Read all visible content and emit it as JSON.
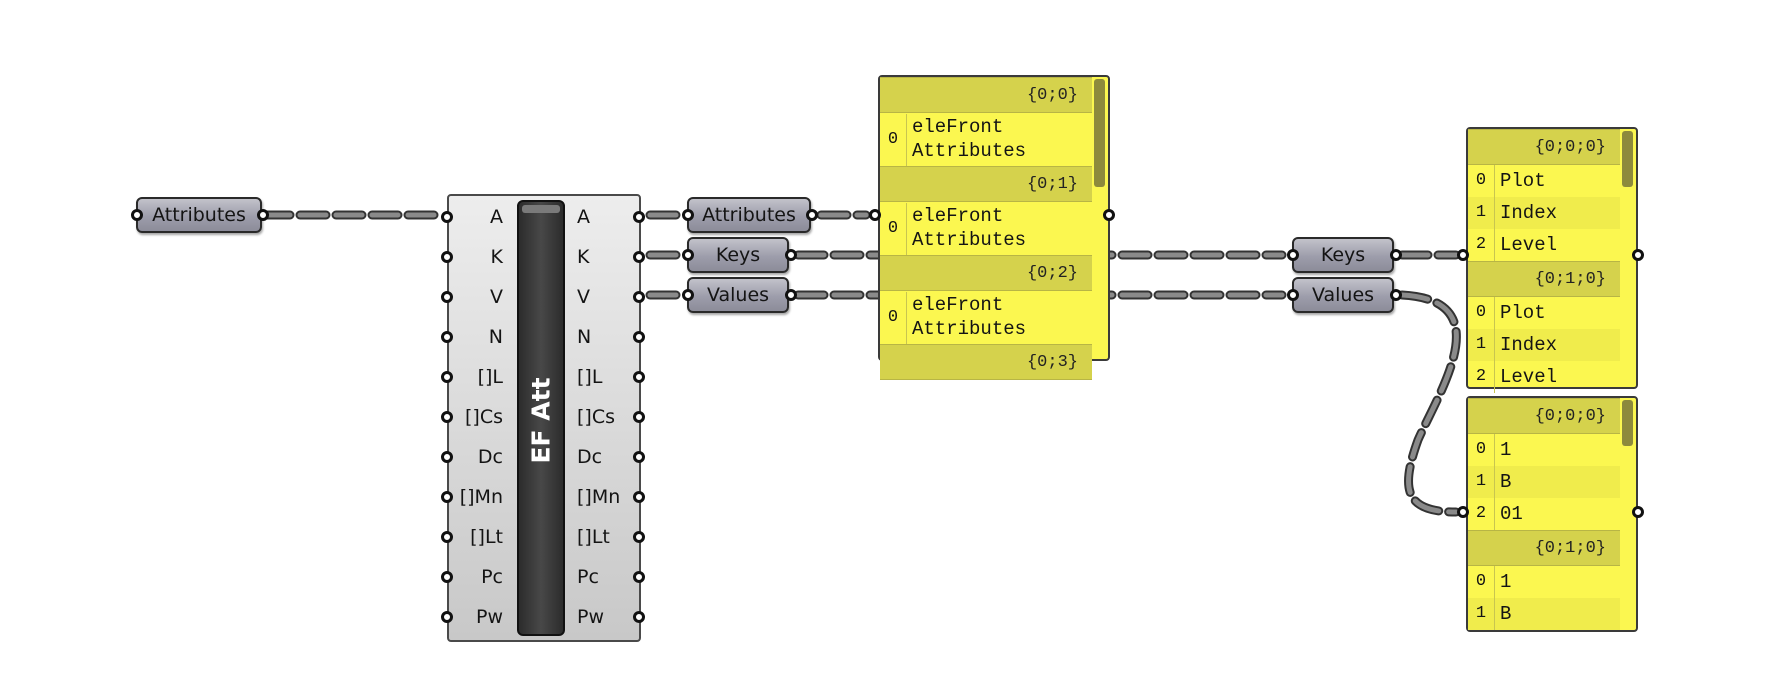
{
  "params": {
    "attributes_src": "Attributes",
    "attributes_out": "Attributes",
    "keys_out": "Keys",
    "values_out": "Values",
    "keys_right": "Keys",
    "values_right": "Values"
  },
  "component": {
    "nickname": "EF Att",
    "inputs": [
      "A",
      "K",
      "V",
      "N",
      "[]L",
      "[]Cs",
      "Dc",
      "[]Mn",
      "[]Lt",
      "Pc",
      "Pw"
    ],
    "outputs": [
      "A",
      "K",
      "V",
      "N",
      "[]L",
      "[]Cs",
      "Dc",
      "[]Mn",
      "[]Lt",
      "Pc",
      "Pw"
    ]
  },
  "panel_attributes": {
    "branches": [
      {
        "path": "{0;0}",
        "items": [
          {
            "index": "0",
            "line1": "eleFront",
            "line2": "Attributes"
          }
        ]
      },
      {
        "path": "{0;1}",
        "items": [
          {
            "index": "0",
            "line1": "eleFront",
            "line2": "Attributes"
          }
        ]
      },
      {
        "path": "{0;2}",
        "items": [
          {
            "index": "0",
            "line1": "eleFront",
            "line2": "Attributes"
          }
        ]
      },
      {
        "path": "{0;3}",
        "items": []
      }
    ]
  },
  "panel_keys": {
    "branches": [
      {
        "path": "{0;0;0}",
        "items": [
          {
            "index": "0",
            "value": "Plot"
          },
          {
            "index": "1",
            "value": "Index"
          },
          {
            "index": "2",
            "value": "Level"
          }
        ]
      },
      {
        "path": "{0;1;0}",
        "items": [
          {
            "index": "0",
            "value": "Plot"
          },
          {
            "index": "1",
            "value": "Index"
          },
          {
            "index": "2",
            "value": "Level"
          }
        ]
      }
    ]
  },
  "panel_values": {
    "branches": [
      {
        "path": "{0;0;0}",
        "items": [
          {
            "index": "0",
            "value": "1"
          },
          {
            "index": "1",
            "value": "B"
          },
          {
            "index": "2",
            "value": "01"
          }
        ]
      },
      {
        "path": "{0;1;0}",
        "items": [
          {
            "index": "0",
            "value": "1"
          },
          {
            "index": "1",
            "value": "B"
          }
        ]
      }
    ]
  },
  "colors": {
    "panel_fill": "#fbf750",
    "panel_header": "#d5d24c",
    "param_fill": "#9d9dab",
    "wire": "#6e6e6e"
  }
}
